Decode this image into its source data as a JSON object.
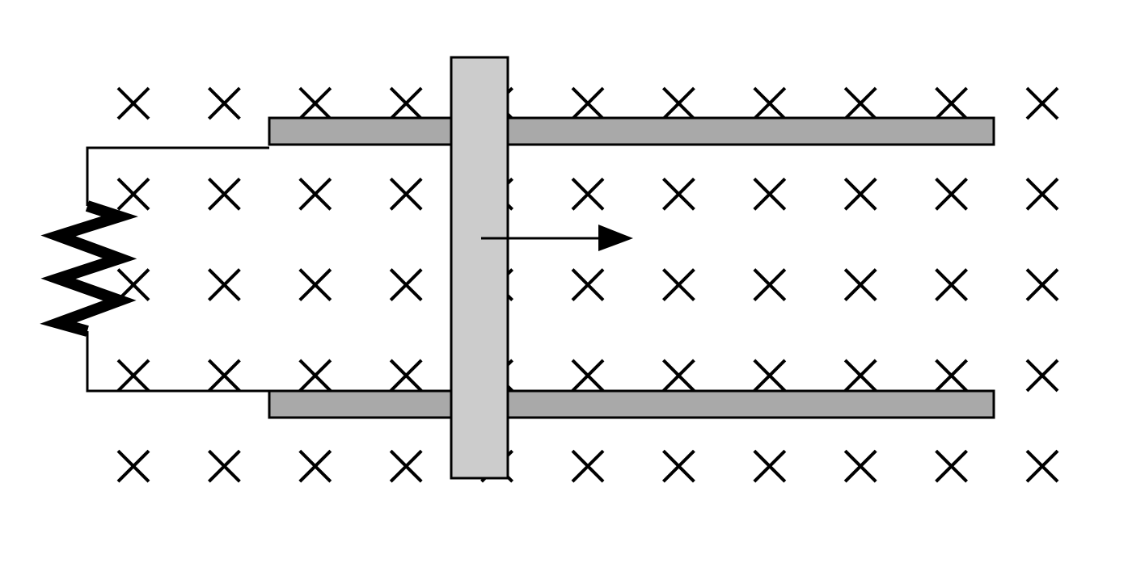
{
  "diagram": {
    "field": {
      "symbol": "×",
      "direction": "into-page",
      "rows": 5,
      "columns": 11
    },
    "rails": {
      "count": 2,
      "color": "#a9a9a9"
    },
    "sliding_bar": {
      "color": "#cccccc"
    },
    "velocity_arrow": {
      "direction": "right"
    },
    "resistor": {
      "icon": "resistor-zigzag-icon"
    },
    "colors": {
      "background": "#ffffff",
      "outline": "#000000"
    }
  }
}
